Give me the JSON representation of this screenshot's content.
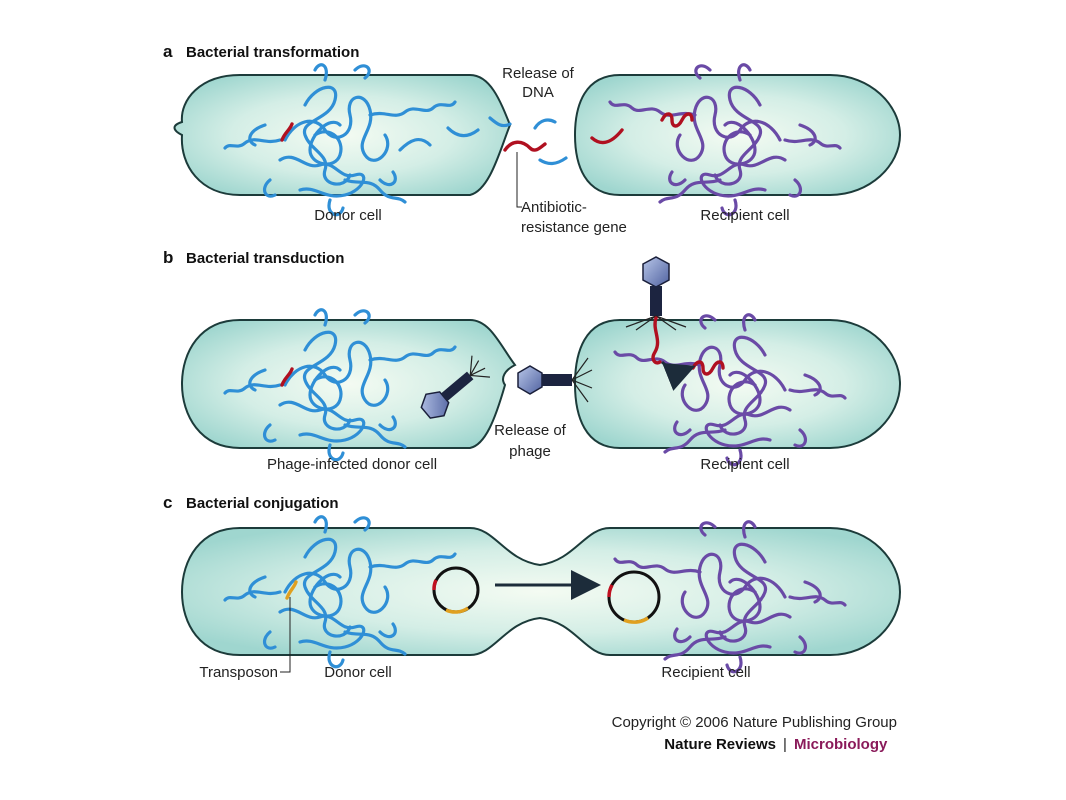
{
  "panels": {
    "a": {
      "letter": "a",
      "title": "Bacterial transformation",
      "release_label_line1": "Release of",
      "release_label_line2": "DNA",
      "gene_label_line1": "Antibiotic-",
      "gene_label_line2": "resistance gene",
      "donor_label": "Donor cell",
      "recipient_label": "Recipient cell"
    },
    "b": {
      "letter": "b",
      "title": "Bacterial transduction",
      "donor_label": "Phage-infected donor cell",
      "release_label_line1": "Release of",
      "release_label_line2": "phage",
      "recipient_label": "Recipient cell"
    },
    "c": {
      "letter": "c",
      "title": "Bacterial conjugation",
      "transposon_label": "Transposon",
      "donor_label": "Donor cell",
      "recipient_label": "Recipient cell"
    }
  },
  "footer": {
    "copyright": "Copyright © 2006 Nature Publishing Group",
    "journal": "Nature Reviews",
    "separator": "|",
    "section": "Microbiology"
  },
  "colors": {
    "cell_fill": "#a9ddd6",
    "donor_dna": "#2f8fd6",
    "recipient_dna": "#6a4aa6",
    "resistance_gene": "#b01020",
    "transposon": "#e0a020",
    "brand_accent": "#8a1a5a"
  }
}
